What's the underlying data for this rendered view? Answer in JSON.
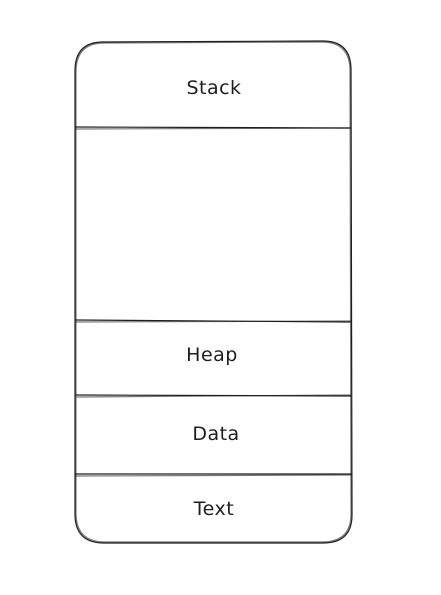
{
  "diagram": {
    "segments": [
      {
        "id": "stack",
        "label": "Stack"
      },
      {
        "id": "free",
        "label": ""
      },
      {
        "id": "heap",
        "label": "Heap"
      },
      {
        "id": "data",
        "label": "Data"
      },
      {
        "id": "text",
        "label": "Text"
      }
    ],
    "colors": {
      "stroke": "#1e1e1e",
      "background": "#ffffff"
    }
  }
}
